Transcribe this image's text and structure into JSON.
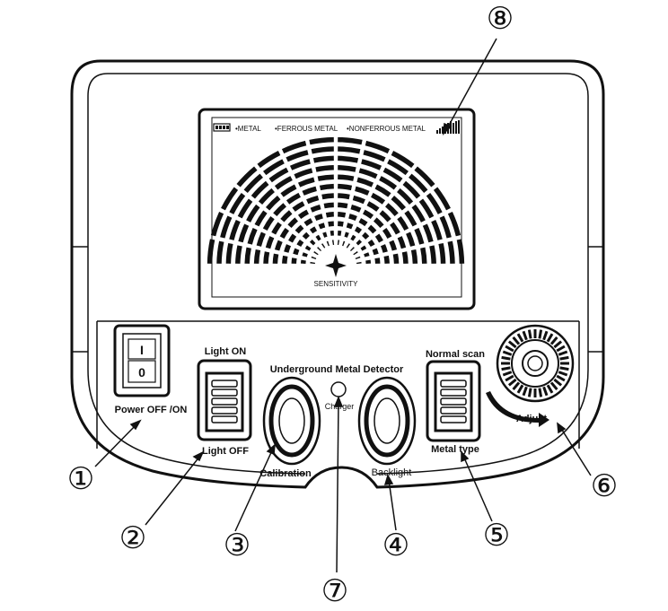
{
  "display": {
    "legend_metal": "•METAL",
    "legend_ferrous": "•FERROUS METAL",
    "legend_nonferrous": "•NONFERROUS METAL",
    "sensitivity_label": "SENSITIVITY"
  },
  "panel": {
    "title": "Underground Metal Detector",
    "power_on_symbol": "I",
    "power_off_symbol": "0",
    "power_label": "Power OFF /ON",
    "light_on_label": "Light ON",
    "light_off_label": "Light OFF",
    "calibration_label": "Calibration",
    "charger_label": "Charger",
    "backlight_label": "Backlight",
    "normal_scan_label": "Normal scan",
    "metal_type_label": "Metal type",
    "adjust_label": "Adjust"
  },
  "callouts": [
    "①",
    "②",
    "③",
    "④",
    "⑤",
    "⑥",
    "⑦",
    "⑧"
  ]
}
